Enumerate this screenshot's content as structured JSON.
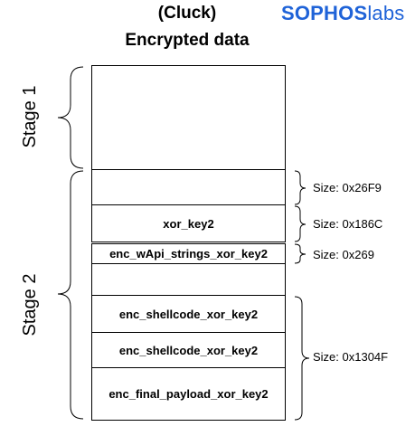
{
  "header": {
    "title_line1": "(Cluck)",
    "title_line2": "Encrypted data"
  },
  "logo": {
    "bold_part": "SOPHOS",
    "light_part": "labs",
    "color": "#1f63d8"
  },
  "stages": [
    {
      "label": "Stage 1"
    },
    {
      "label": "Stage 2"
    }
  ],
  "blocks": [
    {
      "label": ""
    },
    {
      "label": ""
    },
    {
      "label": "xor_key2"
    },
    {
      "label": "enc_wApi_strings_xor_key2"
    },
    {
      "label": ""
    },
    {
      "label": "enc_shellcode_xor_key2"
    },
    {
      "label": "enc_shellcode_xor_key2"
    },
    {
      "label": "enc_final_payload_xor_key2"
    }
  ],
  "sizes": [
    {
      "label": "Size: 0x26F9"
    },
    {
      "label": "Size: 0x186C"
    },
    {
      "label": "Size: 0x269"
    },
    {
      "label": "Size: 0x1304F"
    }
  ]
}
